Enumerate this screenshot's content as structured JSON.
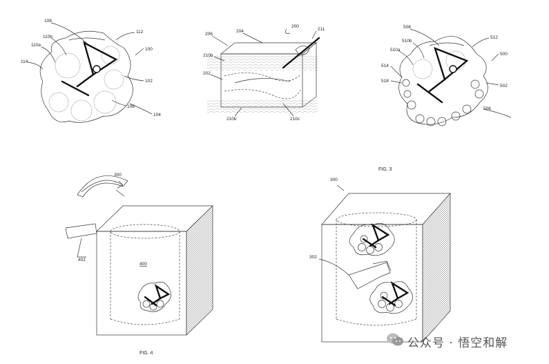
{
  "fig1": {
    "labels": {
      "n108": "108",
      "n110b": "110b",
      "n110a": "110a",
      "n114": "114",
      "n112": "112",
      "n100": "100",
      "n102": "102",
      "n106": "106",
      "n104": "104"
    }
  },
  "fig2": {
    "labels": {
      "n206": "206",
      "n204": "204",
      "n200": "200",
      "n211": "211",
      "n210b_top": "210b",
      "n202": "202",
      "n210b_bottom": "210b",
      "n210c": "210c"
    }
  },
  "fig3": {
    "caption": "FIG. 3",
    "labels": {
      "n508": "508",
      "n510b": "510b",
      "n510a": "510a",
      "n512": "512",
      "n500": "500",
      "n514": "514",
      "n518": "518",
      "n502": "502",
      "n506": "506"
    }
  },
  "fig4": {
    "caption": "FIG. 4",
    "labels": {
      "n300": "300",
      "n402": "402",
      "n400": "400"
    }
  },
  "fig5": {
    "labels": {
      "n300": "300",
      "n302": "302"
    }
  },
  "watermark": {
    "text": "公众号 · 悟空和解"
  }
}
